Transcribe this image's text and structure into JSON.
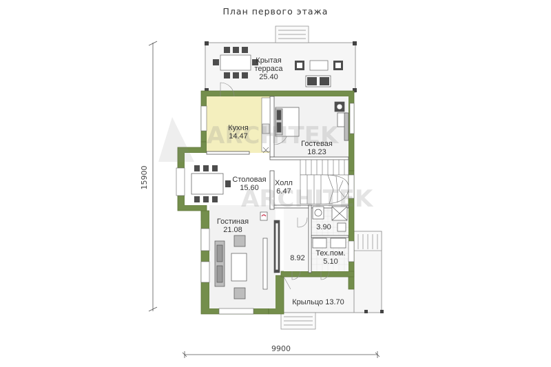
{
  "title": "План первого этажа",
  "watermark": {
    "line1": "ARCHITEK",
    "line2": "ARCHITEK"
  },
  "dimensions": {
    "width": "9900",
    "height": "15900"
  },
  "rooms": {
    "terrace": {
      "name_line1": "Крытая",
      "name_line2": "терраса",
      "area": "25.40"
    },
    "kitchen": {
      "name": "Кухня",
      "area": "14.47"
    },
    "guest": {
      "name": "Гостевая",
      "area": "18.23"
    },
    "dining": {
      "name": "Столовая",
      "area": "15.60"
    },
    "hall": {
      "name": "Холл",
      "area": "6.47"
    },
    "bath": {
      "area": "3.90"
    },
    "living": {
      "name": "Гостиная",
      "area": "21.08"
    },
    "corridor": {
      "area": "8.92"
    },
    "tech": {
      "name": "Тех.пом.",
      "area": "5.10"
    },
    "porch": {
      "name": "Крыльцо",
      "area": "13.70"
    }
  },
  "colors": {
    "wall": "#748e4c",
    "wall_edge": "#5d7439",
    "kitchen_floor": "#f4efbe",
    "floor": "#f2f2f2",
    "tile": "#f7f7f7"
  }
}
